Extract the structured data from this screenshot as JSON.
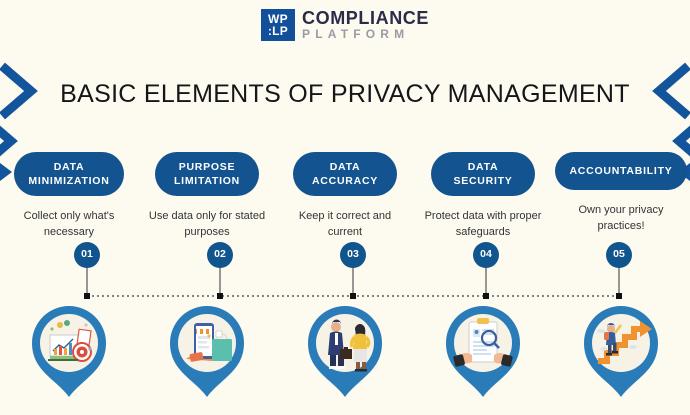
{
  "brand": {
    "mark_line1": "WP",
    "mark_line2": ":LP",
    "name_line1": "COMPLIANCE",
    "name_line2": "PLATFORM",
    "mark_bg": "#12509b",
    "name_color": "#2b2b4a",
    "subname_color": "#9a9aa5"
  },
  "header": {
    "title": "BASIC ELEMENTS OF PRIVACY MANAGEMENT"
  },
  "theme": {
    "background": "#fdfaef",
    "pill_blue": "#13538f",
    "accent_blue": "#2a7cb8",
    "badge_blue": "#11558f",
    "chevron_blue": "#12559c",
    "text_dark": "#15151a",
    "caption_color": "#333338",
    "stem_gray": "#8c8c8c"
  },
  "elements": [
    {
      "number": "01",
      "title_line1": "DATA",
      "title_line2": "MINIMIZATION",
      "title_lines": 2,
      "caption": "Collect only what's necessary",
      "icon": "analytics-target-icon"
    },
    {
      "number": "02",
      "title_line1": "PURPOSE",
      "title_line2": "LIMITATION",
      "title_lines": 2,
      "caption": "Use data only for stated purposes",
      "icon": "mobile-shopping-icon"
    },
    {
      "number": "03",
      "title_line1": "DATA",
      "title_line2": "ACCURACY",
      "title_lines": 2,
      "caption": "Keep it correct and current",
      "icon": "business-people-icon"
    },
    {
      "number": "04",
      "title_line1": "DATA",
      "title_line2": "SECURITY",
      "title_lines": 2,
      "caption": "Protect data with proper safeguards",
      "icon": "document-review-icon"
    },
    {
      "number": "05",
      "title_line1": "ACCOUNTABILITY",
      "title_line2": "",
      "title_lines": 1,
      "caption": "Own your privacy practices!",
      "icon": "stairs-growth-icon"
    }
  ]
}
